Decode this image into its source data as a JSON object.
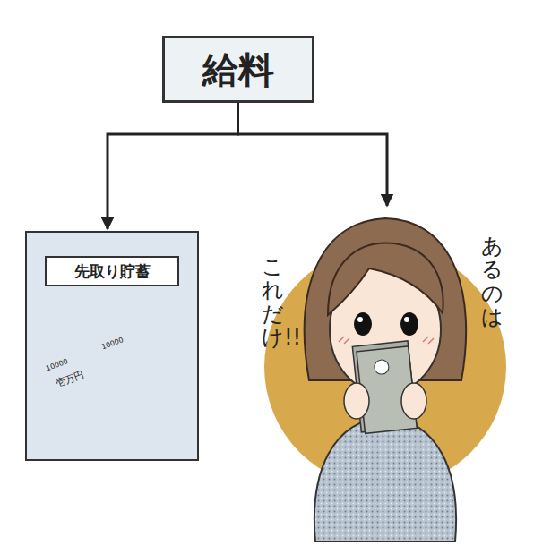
{
  "diagram": {
    "nodes": [
      {
        "text": [
          "給料"
        ]
      },
      {
        "text": [
          "先取り貯蓄"
        ]
      },
      {
        "text": [
          "あるのは",
          "これだけ!!"
        ]
      }
    ],
    "edges": [
      {
        "from": 0,
        "to": 1,
        "arrow": "to"
      },
      {
        "from": 0,
        "to": 2,
        "arrow": "to"
      }
    ],
    "labels": [
      "10000",
      "10000",
      "壱万円"
    ]
  }
}
